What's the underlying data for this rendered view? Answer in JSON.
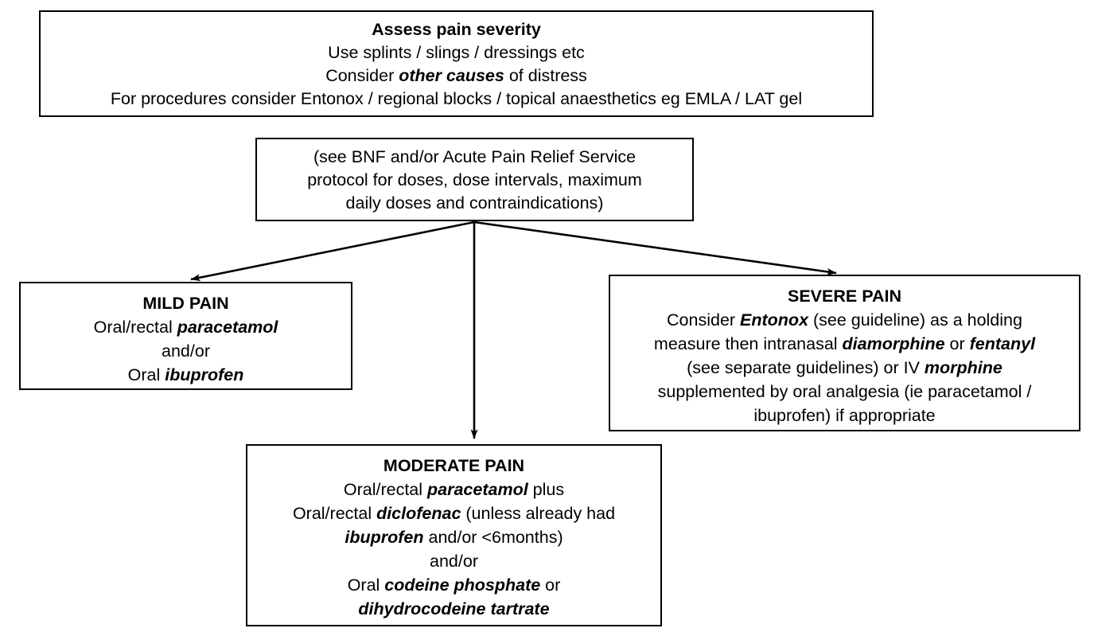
{
  "diagram": {
    "title": "Pain management pathway flowchart",
    "stroke_color": "#000000",
    "background_color": "#ffffff",
    "nodes": {
      "assess": {
        "name": "Assess pain severity",
        "lines": {
          "l1": "Assess pain severity",
          "l2": "Use splints / slings / dressings etc",
          "l3_a": "Consider ",
          "l3_b": "other causes",
          "l3_c": " of distress",
          "l4": "For procedures consider Entonox / regional blocks / topical anaesthetics eg EMLA / LAT gel"
        }
      },
      "bnf": {
        "name": "BNF dosing reference",
        "lines": {
          "l1": "(see BNF and/or Acute Pain Relief Service",
          "l2": "protocol for doses, dose intervals, maximum",
          "l3": "daily doses and contraindications)"
        }
      },
      "mild": {
        "name": "Mild pain",
        "lines": {
          "l1": "MILD PAIN",
          "l2_a": "Oral/rectal ",
          "l2_b": "paracetamol",
          "l3": "and/or",
          "l4_a": "Oral ",
          "l4_b": "ibuprofen"
        }
      },
      "severe": {
        "name": "Severe pain",
        "lines": {
          "l1": "SEVERE PAIN",
          "l2_a": "Consider ",
          "l2_b": "Entonox",
          "l2_c": " (see guideline) as a holding",
          "l3_a": "measure then intranasal ",
          "l3_b": "diamorphine",
          "l3_c": " or ",
          "l3_d": "fentanyl",
          "l4_a": "(see separate guidelines) or IV ",
          "l4_b": "morphine",
          "l5": "supplemented by oral analgesia (ie paracetamol /",
          "l6": "ibuprofen) if appropriate"
        }
      },
      "moderate": {
        "name": "Moderate pain",
        "lines": {
          "l1": "MODERATE PAIN",
          "l2_a": "Oral/rectal ",
          "l2_b": "paracetamol",
          "l2_c": " plus",
          "l3_a": "Oral/rectal ",
          "l3_b": "diclofenac",
          "l3_c": " (unless already had",
          "l4_a": "ibuprofen",
          "l4_b": " and/or <6months)",
          "l5": "and/or",
          "l6_a": "Oral ",
          "l6_b": "codeine phosphate",
          "l6_c": " or",
          "l7": "dihydrocodeine tartrate"
        }
      }
    },
    "connectors": [
      {
        "id": "bnf-to-mild",
        "from": "bnf",
        "to": "mild",
        "shape": "diagonal-left-arrow"
      },
      {
        "id": "bnf-to-moderate",
        "from": "bnf",
        "to": "moderate",
        "shape": "vertical-down-arrow"
      },
      {
        "id": "bnf-to-severe",
        "from": "bnf",
        "to": "severe",
        "shape": "diagonal-right-arrow"
      }
    ]
  }
}
